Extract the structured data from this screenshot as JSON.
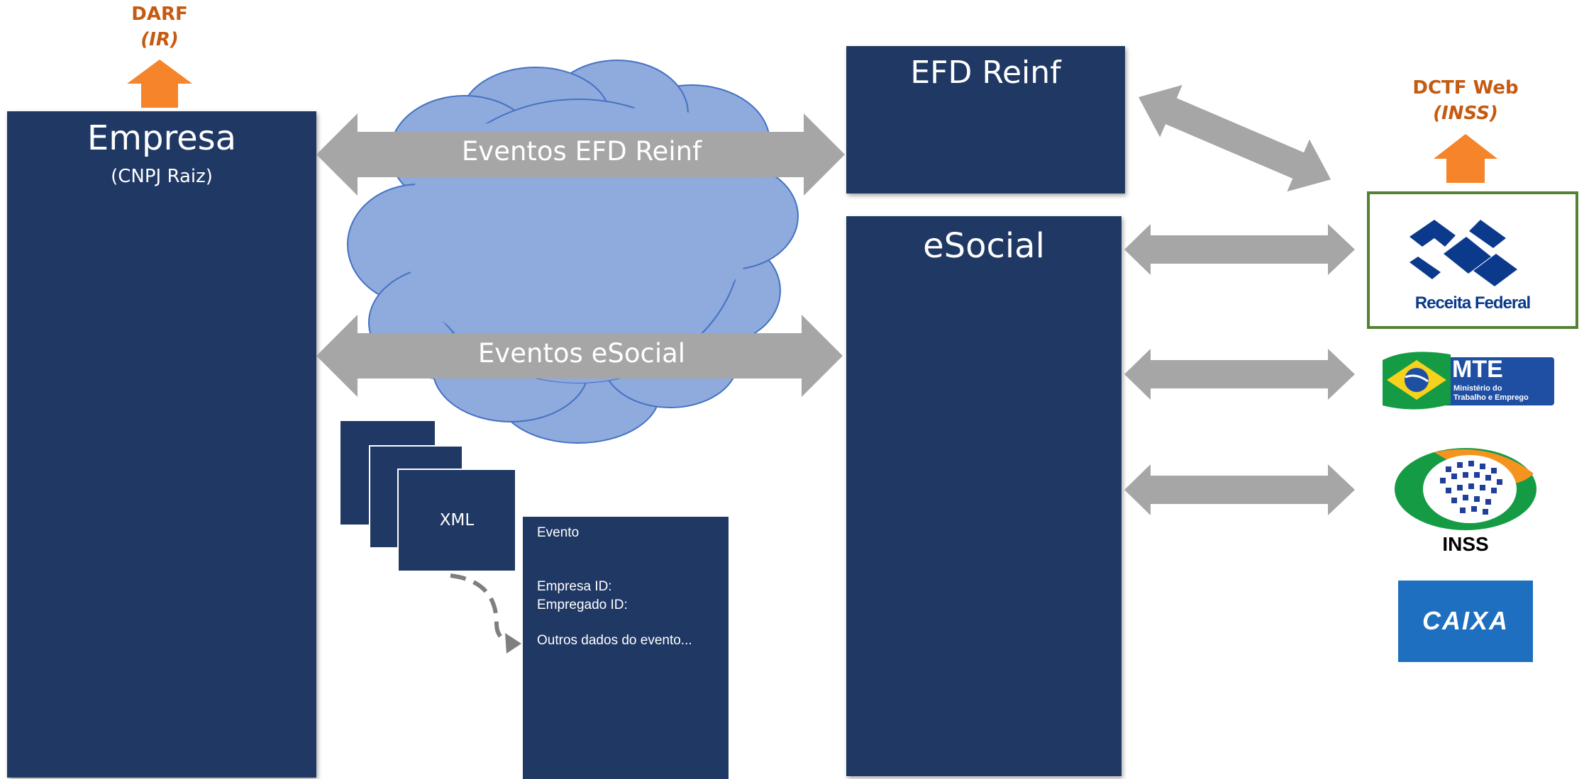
{
  "outputs": {
    "darf": {
      "title": "DARF",
      "sub": "(IR)"
    },
    "dctf": {
      "title": "DCTF Web",
      "sub": "(INSS)"
    }
  },
  "empresa": {
    "title": "Empresa",
    "subtitle": "(CNPJ Raiz)"
  },
  "efd_reinf": {
    "title": "EFD Reinf"
  },
  "esocial": {
    "title": "eSocial"
  },
  "arrows": {
    "efd_events": "Eventos EFD Reinf",
    "esocial_events": "Eventos eSocial"
  },
  "xml": {
    "label": "XML"
  },
  "evento_card": {
    "title": "Evento",
    "empresa_id": "Empresa ID:",
    "empregado_id": "Empregado ID:",
    "outros": "Outros dados do evento..."
  },
  "agencies": {
    "receita": "Receita Federal",
    "mte_abbr": "MTE",
    "mte_line1": "Ministério do",
    "mte_line2": "Trabalho e Emprego",
    "inss": "INSS",
    "caixa": "CAIXA"
  },
  "colors": {
    "navy": "#203864",
    "cloud_fill": "#8faadc",
    "cloud_stroke": "#4472c4",
    "arrow_gray": "#a6a6a6",
    "orange": "#f5842a",
    "orange_text": "#c55a11",
    "green_border": "#548235"
  }
}
